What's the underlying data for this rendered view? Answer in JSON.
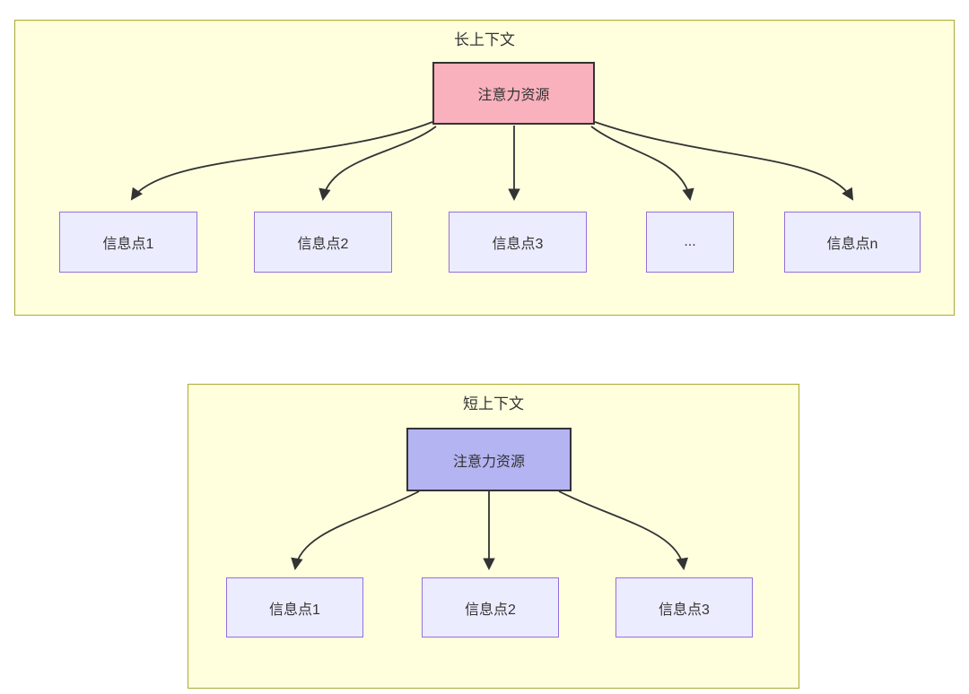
{
  "diagram": {
    "type": "flowchart",
    "clusters": [
      {
        "title": "长上下文",
        "root_label": "注意力资源",
        "root_fill": "#f8b1bd",
        "children": [
          "信息点1",
          "信息点2",
          "信息点3",
          "...",
          "信息点n"
        ]
      },
      {
        "title": "短上下文",
        "root_label": "注意力资源",
        "root_fill": "#b4b4f2",
        "children": [
          "信息点1",
          "信息点2",
          "信息点3"
        ]
      }
    ],
    "colors": {
      "cluster_fill": "#ffffde",
      "cluster_border": "#aaaa33",
      "info_node_fill": "#ececff",
      "info_node_border": "#9370db",
      "root_border": "#333333",
      "edge_stroke": "#333333",
      "text": "#333333"
    }
  }
}
